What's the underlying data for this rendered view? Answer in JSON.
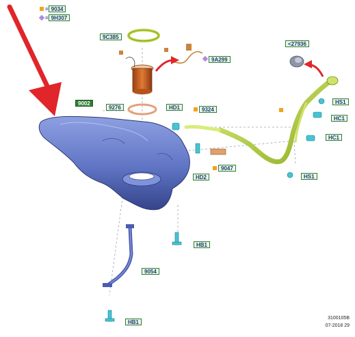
{
  "legend": {
    "eq": "=",
    "orange_code": "9034",
    "purple_code": "9H307"
  },
  "callouts": {
    "c9C385": "9C385",
    "c9A299": "9A299",
    "c27936": "<27936",
    "c9002": "9002",
    "c9276": "9276",
    "cHD1": "HD1",
    "c9324": "9324",
    "cHS1a": "HS1",
    "cHC1a": "HC1",
    "cHC1b": "HC1",
    "cHD2": "HD2",
    "c9047": "9047",
    "cHS1b": "HS1",
    "cHB1a": "HB1",
    "c9054": "9054",
    "cHB1b": "HB1"
  },
  "footer": {
    "ref": "3100105B",
    "date": "07-2018 29"
  },
  "colors": {
    "arrow": "#e0262b",
    "tank": "#5f74c4",
    "filler": "#b7d341",
    "pump": "#d86c2a",
    "bolt": "#45c4d6",
    "callout_border": "#2f7a38"
  }
}
